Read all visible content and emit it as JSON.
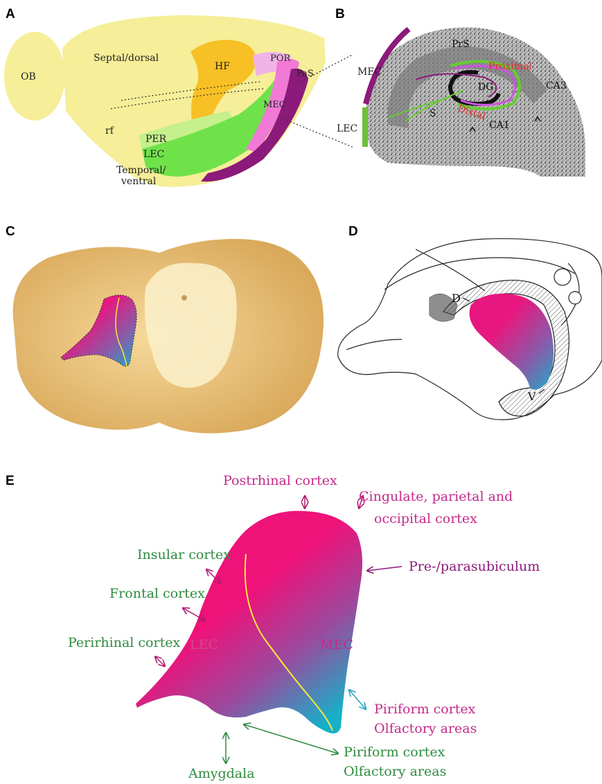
{
  "panels": {
    "a": {
      "letter": "A",
      "labels": {
        "ob": "OB",
        "septal": "Septal/dorsal",
        "hf": "HF",
        "por": "POR",
        "pas": "PaS",
        "mec": "MEC",
        "rf": "rf",
        "per": "PER",
        "lec": "LEC",
        "temporal1": "Temporal/",
        "temporal2": "ventral"
      }
    },
    "b": {
      "letter": "B",
      "labels": {
        "prs": "PrS",
        "mec": "MEC",
        "proximal": "Proximal",
        "dg": "DG",
        "ca3": "CA3",
        "lec": "LEC",
        "s": "S",
        "distal": "Distal",
        "ca1": "CA1"
      }
    },
    "c": {
      "letter": "C"
    },
    "d": {
      "letter": "D",
      "labels": {
        "d": "D",
        "v": "V"
      }
    },
    "e": {
      "letter": "E",
      "labels": {
        "postrhinal": "Postrhinal cortex",
        "cingulate1": "Cingulate, parietal and",
        "cingulate2": "occipital cortex",
        "insular": "Insular cortex",
        "prepara": "Pre-/parasubiculum",
        "frontal": "Frontal cortex",
        "perirhinal": "Perirhinal cortex",
        "lec": "LEC",
        "mec": "MEC",
        "piriform1a": "Piriform cortex",
        "piriform1b": "Olfactory areas",
        "amygdala": "Amygdala",
        "piriform2a": "Piriform cortex",
        "piriform2b": "Olfactory areas"
      }
    }
  },
  "colors": {
    "magenta": "#e8177f",
    "teal": "#2aa6c8",
    "green": "#2e8b3e",
    "purple": "#8b1a7a",
    "lime": "#7ee04a",
    "yellow": "#f4ee8a"
  }
}
